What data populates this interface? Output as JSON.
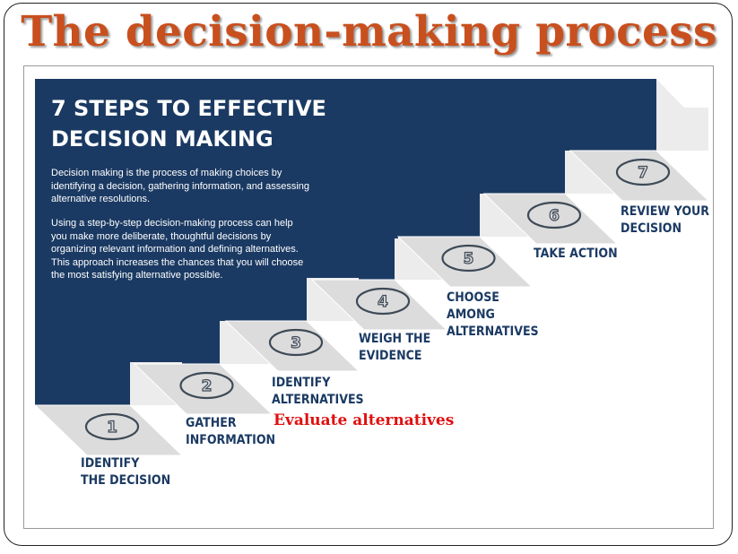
{
  "slide": {
    "title": "The decision-making process"
  },
  "panel": {
    "heading_line1": "7 STEPS TO EFFECTIVE",
    "heading_line2": "DECISION MAKING",
    "paragraph1": "Decision making is the process of making choices by identifying a decision, gathering information, and assessing alternative resolutions.",
    "paragraph2": "Using a step-by-step decision-making process can help you make more deliberate, thoughtful decisions by organizing relevant information and defining alternatives. This approach increases the chances that you will choose the most satisfying alternative possible."
  },
  "steps": [
    {
      "number": "1",
      "line1": "IDENTIFY",
      "line2": "THE DECISION"
    },
    {
      "number": "2",
      "line1": "GATHER",
      "line2": "INFORMATION"
    },
    {
      "number": "3",
      "line1": "IDENTIFY",
      "line2": "ALTERNATIVES"
    },
    {
      "number": "4",
      "line1": "WEIGH THE",
      "line2": "EVIDENCE"
    },
    {
      "number": "5",
      "line1": "CHOOSE",
      "line2": "AMONG",
      "line3": "ALTERNATIVES"
    },
    {
      "number": "6",
      "line1": "TAKE ACTION"
    },
    {
      "number": "7",
      "line1": "REVIEW YOUR",
      "line2": "DECISION"
    }
  ],
  "annotation": {
    "text": "Evaluate alternatives"
  },
  "colors": {
    "title": "#c8501e",
    "panel": "#1b3a63",
    "annotation": "#e01010",
    "step_top": "#dcdcdc",
    "step_side": "#ececec"
  }
}
